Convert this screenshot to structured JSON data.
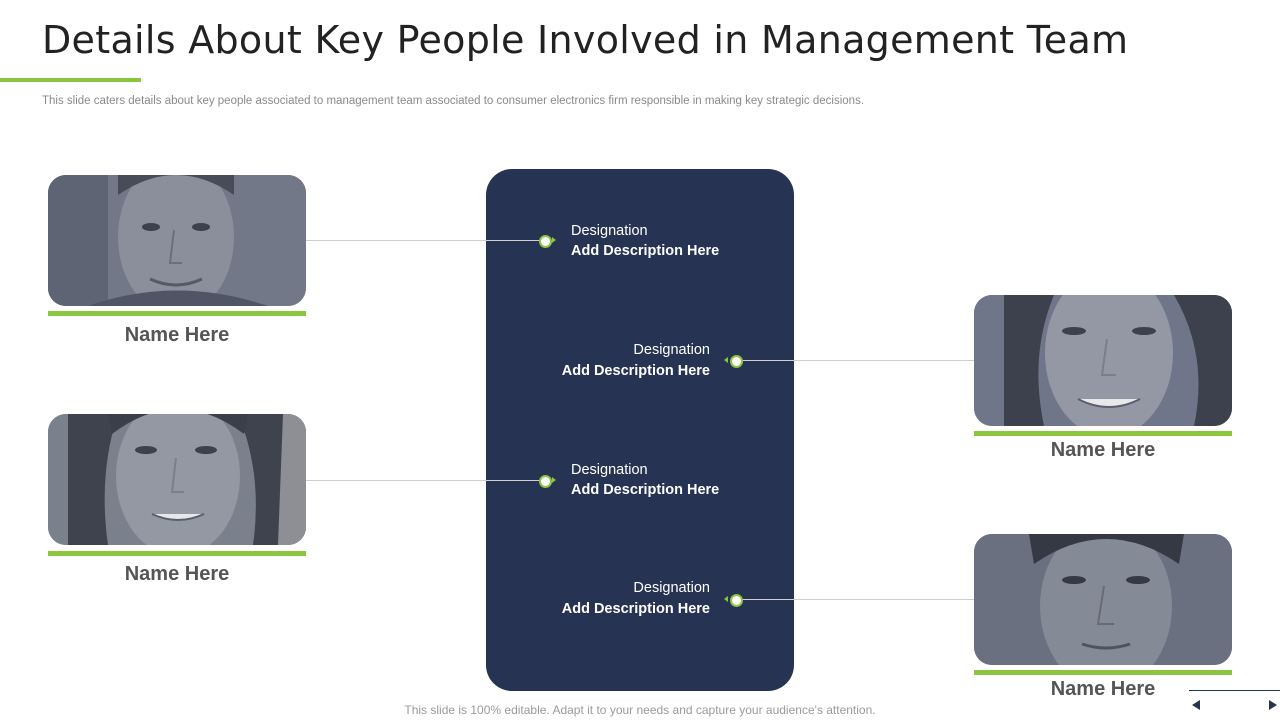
{
  "slide": {
    "title": "Details About Key People Involved in Management Team",
    "subtitle": "This slide caters details about key people associated to management team associated to consumer electronics firm responsible in making key strategic decisions.",
    "footer": "This slide is 100% editable. Adapt it to your needs and capture your audience's attention."
  },
  "people": [
    {
      "name": "Name Here",
      "designation": "Designation",
      "description": "Add Description Here"
    },
    {
      "name": "Name Here",
      "designation": "Designation",
      "description": "Add Description Here"
    },
    {
      "name": "Name Here",
      "designation": "Designation",
      "description": "Add Description Here"
    },
    {
      "name": "Name Here",
      "designation": "Designation",
      "description": "Add Description Here"
    }
  ],
  "colors": {
    "accent": "#8cc63f",
    "panel": "#263352",
    "photo_tint": "#6f7583"
  },
  "icons": {
    "previous": "previous-slide-icon",
    "next": "next-slide-icon"
  }
}
